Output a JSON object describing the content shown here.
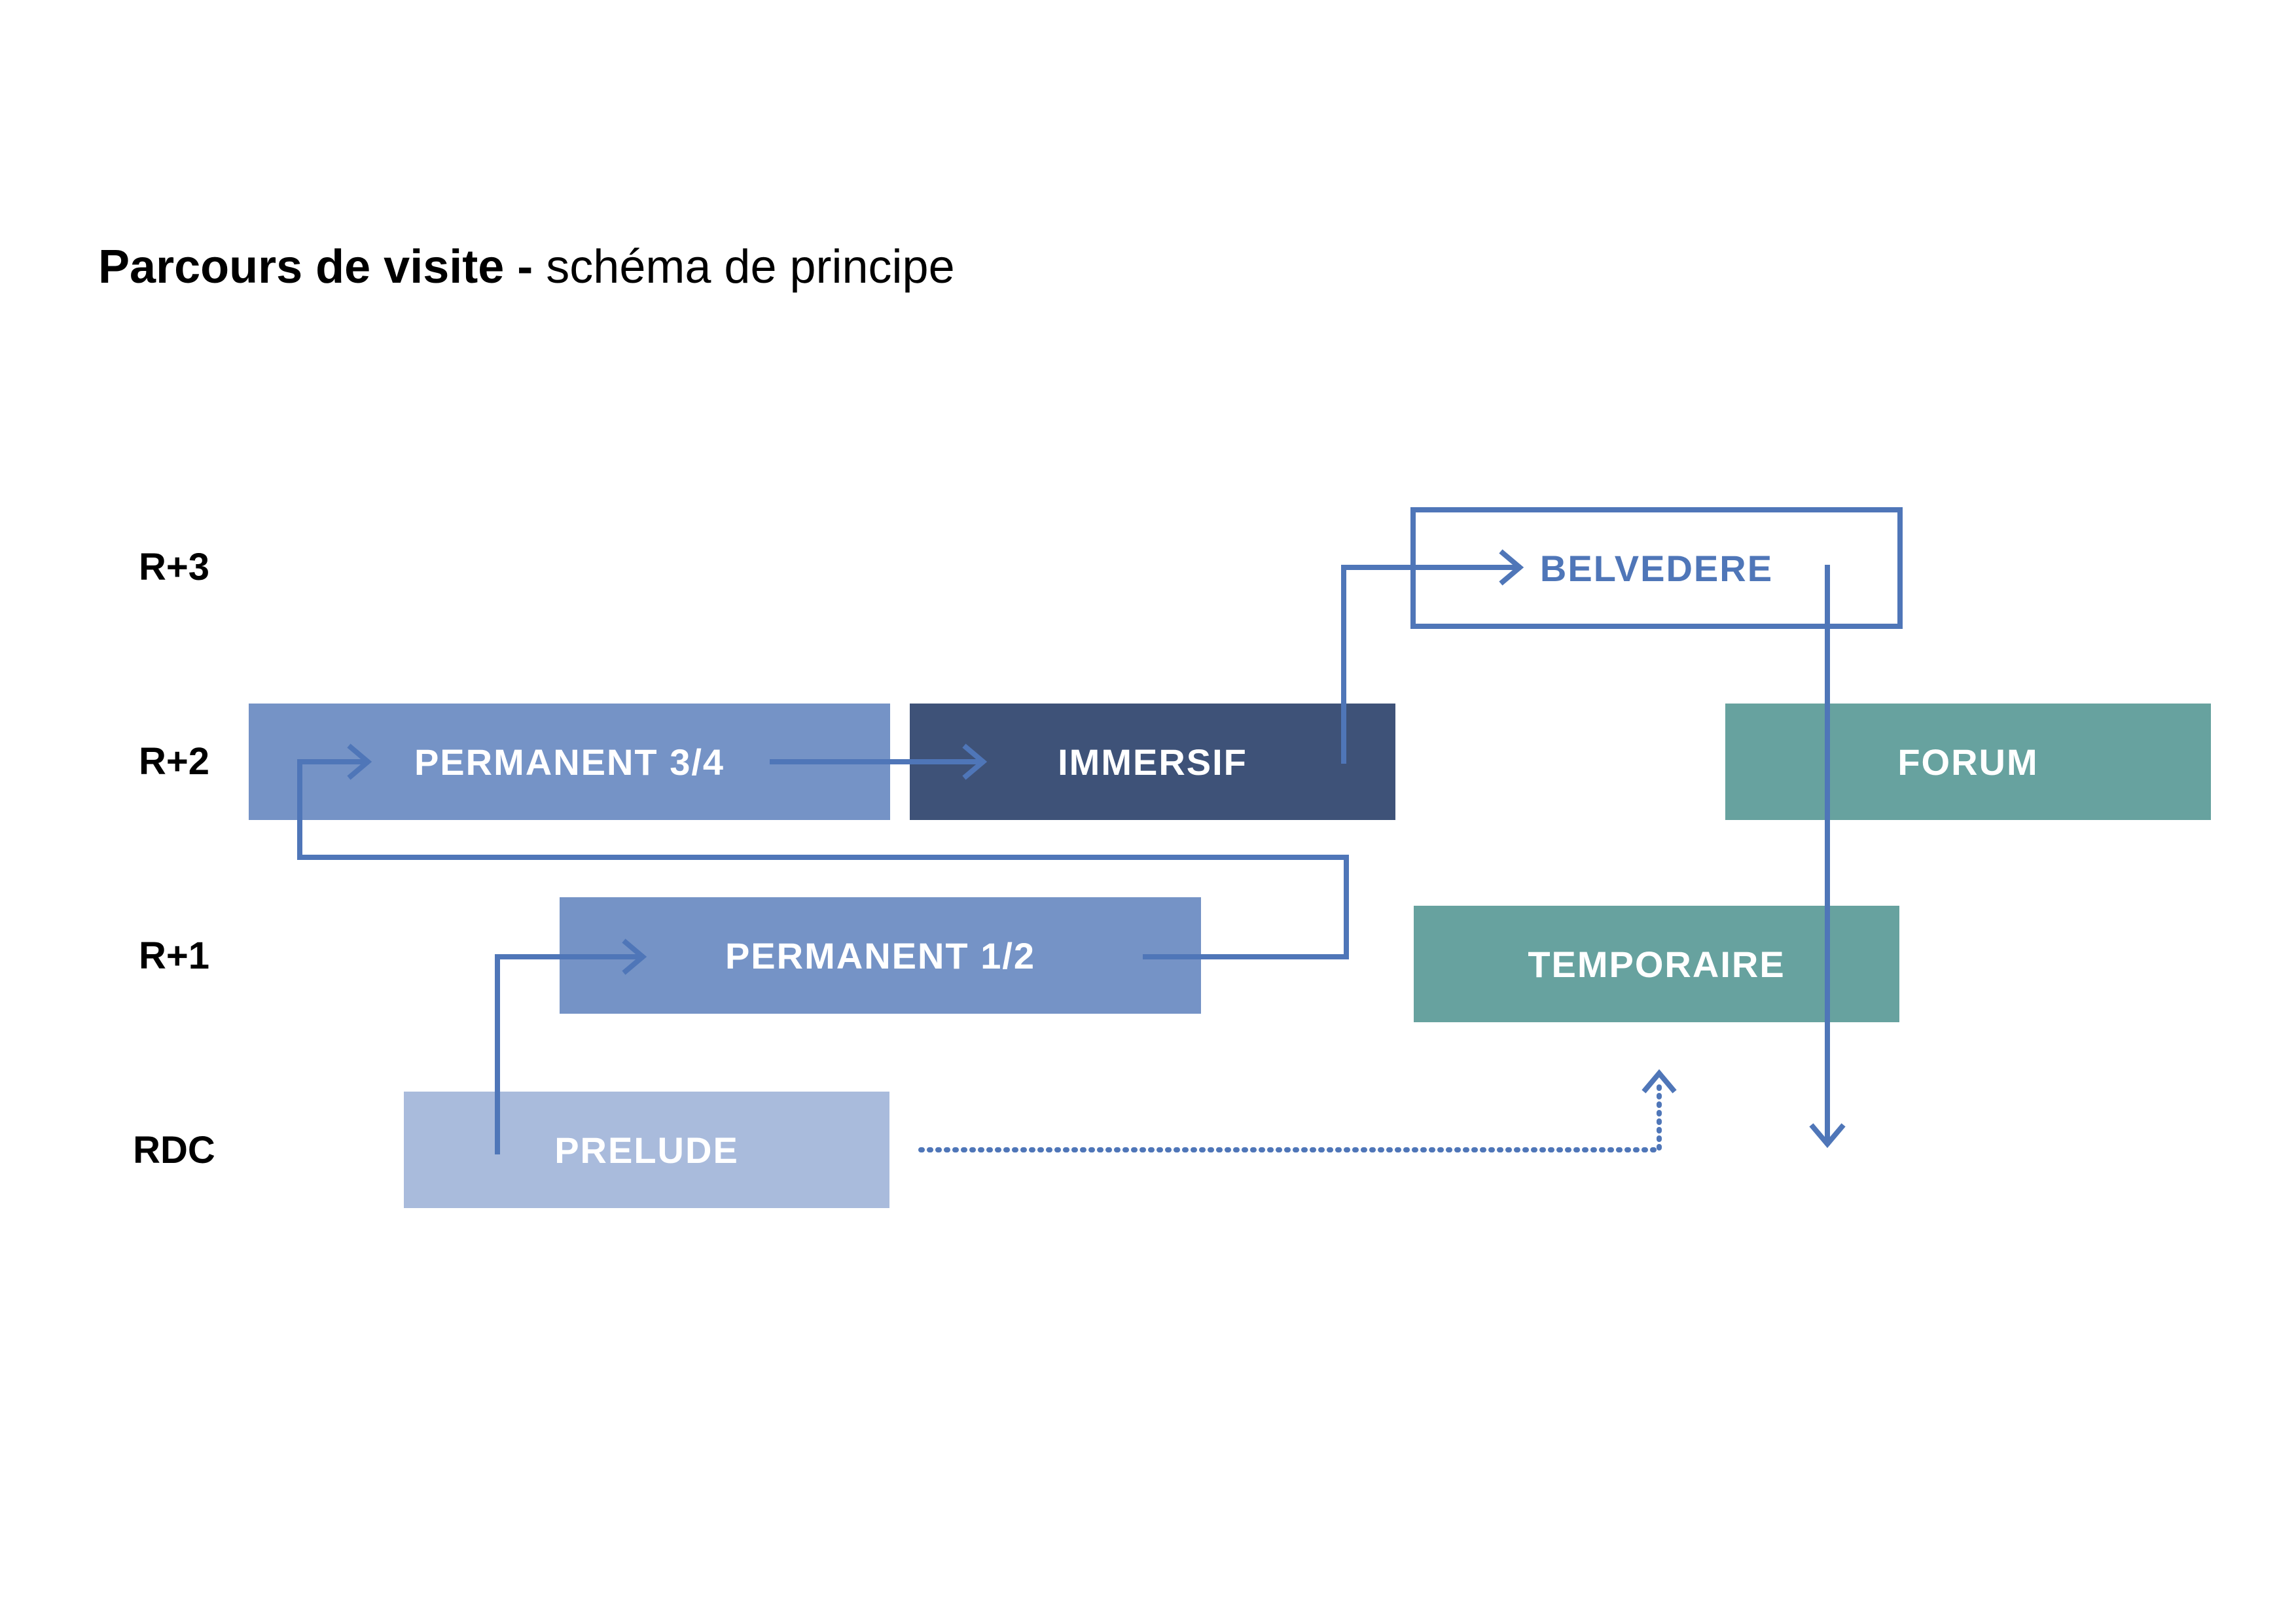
{
  "title": {
    "bold": "Parcours de visite -",
    "light": "schéma de principe"
  },
  "levels": {
    "r3": "R+3",
    "r2": "R+2",
    "r1": "R+1",
    "rdc": "RDC"
  },
  "spaces": {
    "belvedere": "BELVEDERE",
    "permanent_34": "PERMANENT 3/4",
    "immersif": "IMMERSIF",
    "forum": "FORUM",
    "permanent_12": "PERMANENT 1/2",
    "temporaire": "TEMPORAIRE",
    "prelude": "PRELUDE"
  },
  "colors": {
    "permanent": "#7593c6",
    "immersif": "#3e5278",
    "teal": "#67a29f",
    "prelude": "#a9bbdc",
    "path_line": "#4f76b8"
  }
}
